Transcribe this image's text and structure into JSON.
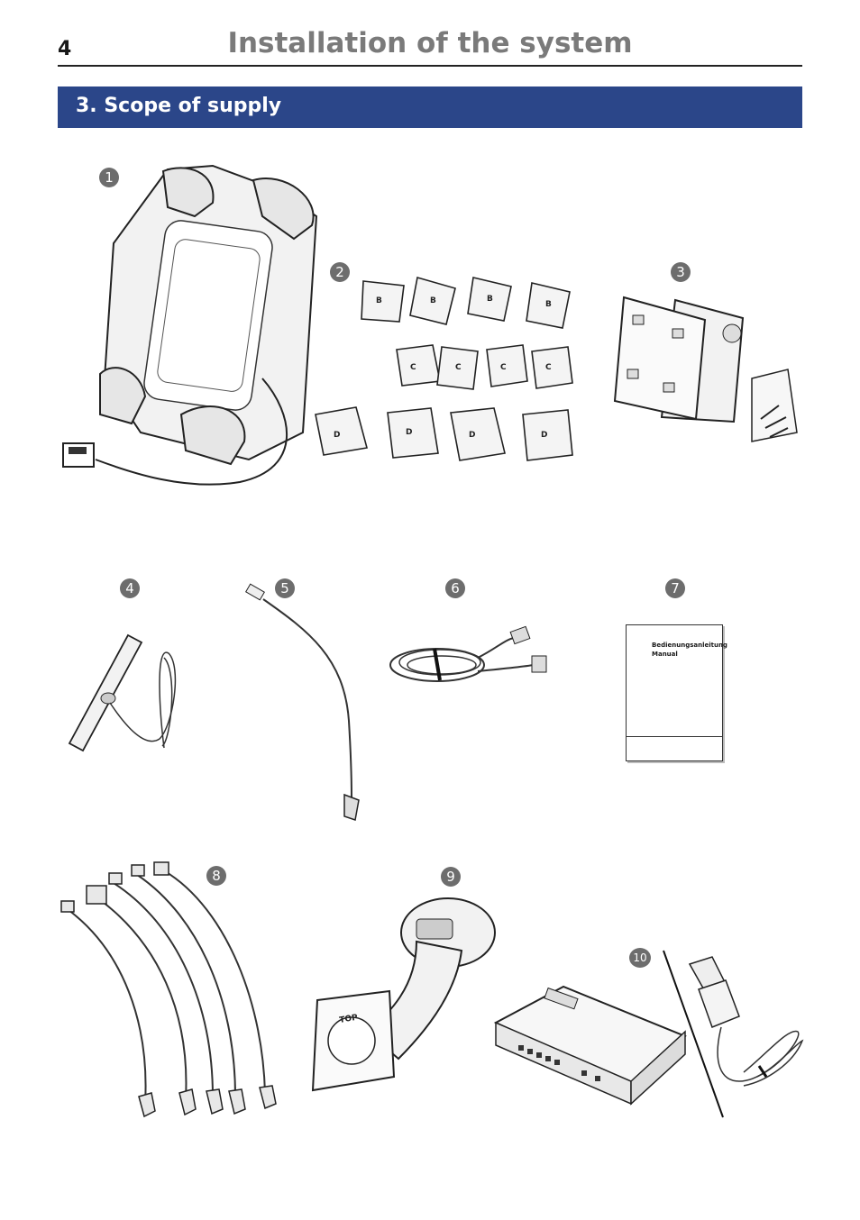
{
  "header": {
    "page_number": "4",
    "title": "Installation of the system"
  },
  "section": {
    "title": "3. Scope of supply"
  },
  "items": [
    {
      "marker": "1",
      "name": "phone holder with cable"
    },
    {
      "marker": "2",
      "name": "holder clips B, C, D"
    },
    {
      "marker": "3",
      "name": "adapter plates and screws"
    },
    {
      "marker": "4",
      "name": "antenna"
    },
    {
      "marker": "5",
      "name": "USB cable"
    },
    {
      "marker": "6",
      "name": "connection cable"
    },
    {
      "marker": "7",
      "name": "manual"
    },
    {
      "marker": "8",
      "name": "adapter cables"
    },
    {
      "marker": "9",
      "name": "suction mount and electronics box"
    },
    {
      "marker": "10",
      "name": "adapter lead"
    }
  ],
  "clip_labels": {
    "b": "B",
    "c": "C",
    "d": "D"
  },
  "manual": {
    "line1": "Bedienungsanleitung",
    "line2": "Manual"
  },
  "mount_label": "TOP",
  "colors": {
    "section_bar": "#2b4689",
    "title_gray": "#7a7a7a",
    "badge_gray": "#6d6d6d"
  }
}
